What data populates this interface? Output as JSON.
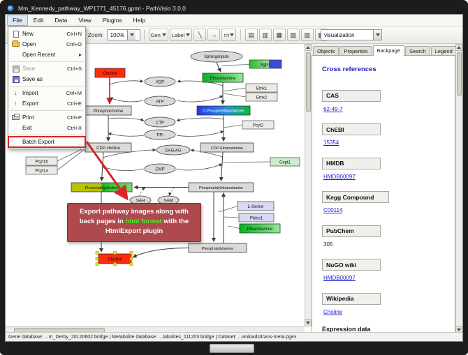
{
  "window": {
    "title": "Mm_Kennedy_pathway_WP1771_45176.gpml - PathVisio 3.0.0"
  },
  "menubar": {
    "items": [
      "File",
      "Edit",
      "Data",
      "View",
      "Plugins",
      "Help"
    ]
  },
  "file_menu": {
    "submenu_arrow": "▸",
    "items": [
      {
        "label": "New",
        "shortcut": "Ctrl+N"
      },
      {
        "label": "Open",
        "shortcut": "Ctrl+O"
      },
      {
        "label": "Open Recent",
        "shortcut": ""
      },
      {
        "label": "Save",
        "shortcut": "Ctrl+S"
      },
      {
        "label": "Save as",
        "shortcut": ""
      },
      {
        "label": "Import",
        "shortcut": "Ctrl+M",
        "icon_glyph": "↓"
      },
      {
        "label": "Export",
        "shortcut": "Ctrl+E",
        "icon_glyph": "↑"
      },
      {
        "label": "Print",
        "shortcut": "Ctrl+P"
      },
      {
        "label": "Exit",
        "shortcut": "Ctrl+X"
      },
      {
        "label": "Batch Export",
        "shortcut": ""
      }
    ]
  },
  "toolbar": {
    "zoom_label": "Zoom:",
    "zoom_value": "100%",
    "gen_label": "Gen",
    "label_label": "Label",
    "visualization_value": "visualization",
    "icons": [
      {
        "name": "line-tool-icon",
        "glyph": "╲"
      },
      {
        "name": "arrow-tool-icon",
        "glyph": "→"
      },
      {
        "name": "shape-tool-icon",
        "glyph": "▭"
      },
      {
        "name": "align-center-horizontal-icon",
        "glyph": "▤"
      },
      {
        "name": "align-center-vertical-icon",
        "glyph": "▥"
      },
      {
        "name": "align-left-icon",
        "glyph": "▦"
      },
      {
        "name": "align-right-icon",
        "glyph": "▧"
      },
      {
        "name": "stack-vertical-icon",
        "glyph": "▨"
      },
      {
        "name": "stack-horizontal-icon",
        "glyph": "▩"
      }
    ]
  },
  "side_panel": {
    "tabs": [
      "Objects",
      "Properties",
      "Backpage",
      "Search",
      "Legend"
    ],
    "active_tab": "Backpage",
    "backpage": {
      "title": "Cross references",
      "sections": [
        {
          "name": "CAS",
          "value": "62-49-7"
        },
        {
          "name": "ChEBI",
          "value": "15354"
        },
        {
          "name": "HMDB",
          "value": "HMDB00097"
        },
        {
          "name": "Kegg Compound",
          "value": "C00114"
        },
        {
          "name": "PubChem",
          "value": "305"
        },
        {
          "name": "NuGO wiki",
          "value": "HMDB00097"
        },
        {
          "name": "Wikipedia",
          "value": "Choline"
        }
      ],
      "footer": "Expression data"
    }
  },
  "annotation": {
    "text_before": "Export pathway images along with back pages in ",
    "highlight": "html format",
    "text_after": " with the HtmlExport plugin",
    "highlight_color": "#55e42e",
    "box_color": "#ae4a4e"
  },
  "statusbar": {
    "text": "Gene database: ...m_Derby_20120602.bridge | Metabolite database: ...tabolites_111203.bridge | Dataset: ...wnloads/trans-meta.pgex"
  },
  "pathway": {
    "expression_colors": {
      "up": "#ff2b0a",
      "mid": "#00b41e",
      "down": "#2a35e8"
    },
    "nodes": [
      {
        "label": "Sphingolipids"
      },
      {
        "label": "Sgpl1"
      },
      {
        "label": "Choline"
      },
      {
        "label": "Ethanolamine"
      },
      {
        "label": "ADP"
      },
      {
        "label": "Etnk1"
      },
      {
        "label": "Etnk2"
      },
      {
        "label": "ATP"
      },
      {
        "label": "Phosphocholine"
      },
      {
        "label": "O-Phosphoethanolamine"
      },
      {
        "label": "CTP"
      },
      {
        "label": "Pcyt2"
      },
      {
        "label": "PPi"
      },
      {
        "label": "CDP-choline"
      },
      {
        "label": "DAG/AG"
      },
      {
        "label": "CDP-Ethanolamine"
      },
      {
        "label": "Cept1"
      },
      {
        "label": "CMP"
      },
      {
        "label": "Pcyt1b"
      },
      {
        "label": "Pcyt1a"
      },
      {
        "label": "Phosphatidylcholine"
      },
      {
        "label": "Phosphatidylethanolamine"
      },
      {
        "label": "SAH"
      },
      {
        "label": "SAM"
      },
      {
        "label": "L-Serine"
      },
      {
        "label": "Ptdss1"
      },
      {
        "label": "Ethanolamine"
      },
      {
        "label": "Phosphatidylserine"
      },
      {
        "label": "Choline"
      }
    ]
  }
}
